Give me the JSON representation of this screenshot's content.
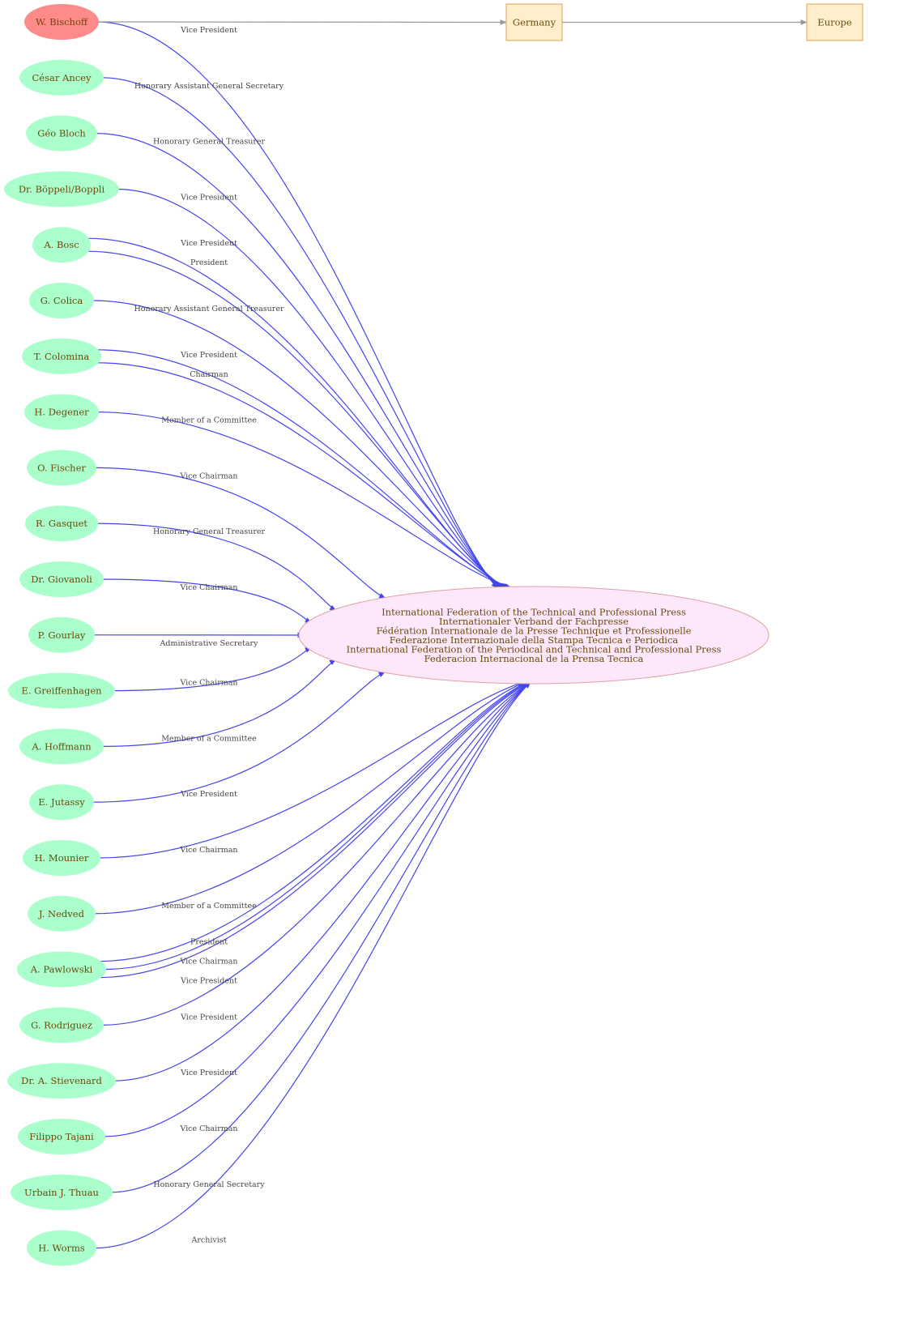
{
  "colors": {
    "person_fill": "#aaffcc",
    "highlight_fill": "#ff8a8a",
    "org_fill": "#fde8fb",
    "org_stroke": "#e0a0a0",
    "place_fill": "#ffeecc",
    "place_stroke": "#e0a050",
    "member_edge": "#4444ee",
    "place_edge": "#999999",
    "node_text": "#6b4a0a"
  },
  "organization": {
    "lines": [
      "International Federation of the Technical and Professional Press",
      "Internationaler Verband der Fachpresse",
      "Fédération Internationale de la Presse Technique et Professionelle",
      "Federazione Internazionale della Stampa Tecnica e Periodica",
      "International Federation of the Periodical and Technical and Professional Press",
      "Federacion Internacional de la Prensa Tecnica"
    ]
  },
  "places": [
    {
      "id": "germany",
      "label": "Germany"
    },
    {
      "id": "europe",
      "label": "Europe"
    }
  ],
  "place_links": [
    {
      "from": "W. Bischoff",
      "to": "Germany"
    },
    {
      "from": "Germany",
      "to": "Europe"
    }
  ],
  "people": [
    {
      "name": "W. Bischoff",
      "highlight": true
    },
    {
      "name": "César Ancey"
    },
    {
      "name": "Géo Bloch"
    },
    {
      "name": "Dr. Böppeli/Boppli"
    },
    {
      "name": "A. Bosc"
    },
    {
      "name": "G. Colica"
    },
    {
      "name": "T. Colomina"
    },
    {
      "name": "H. Degener"
    },
    {
      "name": "O. Fischer"
    },
    {
      "name": "R. Gasquet"
    },
    {
      "name": "Dr. Giovanoli"
    },
    {
      "name": "P. Gourlay"
    },
    {
      "name": "E. Greiffenhagen"
    },
    {
      "name": "A. Hoffmann"
    },
    {
      "name": "E. Jutassy"
    },
    {
      "name": "H. Mounier"
    },
    {
      "name": "J. Nedved"
    },
    {
      "name": "A.  Pawlowski"
    },
    {
      "name": "G. Rodriguez"
    },
    {
      "name": "Dr. A. Stievenard"
    },
    {
      "name": "Filippo Tajani"
    },
    {
      "name": "Urbain J. Thuau"
    },
    {
      "name": "H. Worms"
    }
  ],
  "roles": [
    {
      "person": "W. Bischoff",
      "label": "Vice President"
    },
    {
      "person": "César Ancey",
      "label": "Honorary Assistant General Secretary"
    },
    {
      "person": "Géo Bloch",
      "label": "Honorary General Treasurer"
    },
    {
      "person": "Dr. Böppeli/Boppli",
      "label": "Vice President"
    },
    {
      "person": "A. Bosc",
      "label": "Vice President"
    },
    {
      "person": "A. Bosc",
      "label": "President"
    },
    {
      "person": "G. Colica",
      "label": "Honorary Assistant General Treasurer"
    },
    {
      "person": "T. Colomina",
      "label": "Vice President"
    },
    {
      "person": "T. Colomina",
      "label": "Chairman"
    },
    {
      "person": "H. Degener",
      "label": "Member of a Committee"
    },
    {
      "person": "O. Fischer",
      "label": "Vice Chairman"
    },
    {
      "person": "R. Gasquet",
      "label": "Honorary General Treasurer"
    },
    {
      "person": "Dr. Giovanoli",
      "label": "Vice Chairman"
    },
    {
      "person": "P. Gourlay",
      "label": "Administrative Secretary"
    },
    {
      "person": "E. Greiffenhagen",
      "label": "Vice Chairman"
    },
    {
      "person": "A. Hoffmann",
      "label": "Member of a Committee"
    },
    {
      "person": "E. Jutassy",
      "label": "Vice President"
    },
    {
      "person": "H. Mounier",
      "label": "Vice Chairman"
    },
    {
      "person": "J. Nedved",
      "label": "Member of a Committee"
    },
    {
      "person": "A.  Pawlowski",
      "label": "President"
    },
    {
      "person": "A.  Pawlowski",
      "label": "Vice Chairman"
    },
    {
      "person": "A.  Pawlowski",
      "label": "Vice President"
    },
    {
      "person": "G. Rodriguez",
      "label": "Vice President"
    },
    {
      "person": "Dr. A. Stievenard",
      "label": "Vice President"
    },
    {
      "person": "Filippo Tajani",
      "label": "Vice Chairman"
    },
    {
      "person": "Urbain J. Thuau",
      "label": "Honorary General Secretary"
    },
    {
      "person": "H. Worms",
      "label": "Archivist"
    }
  ]
}
